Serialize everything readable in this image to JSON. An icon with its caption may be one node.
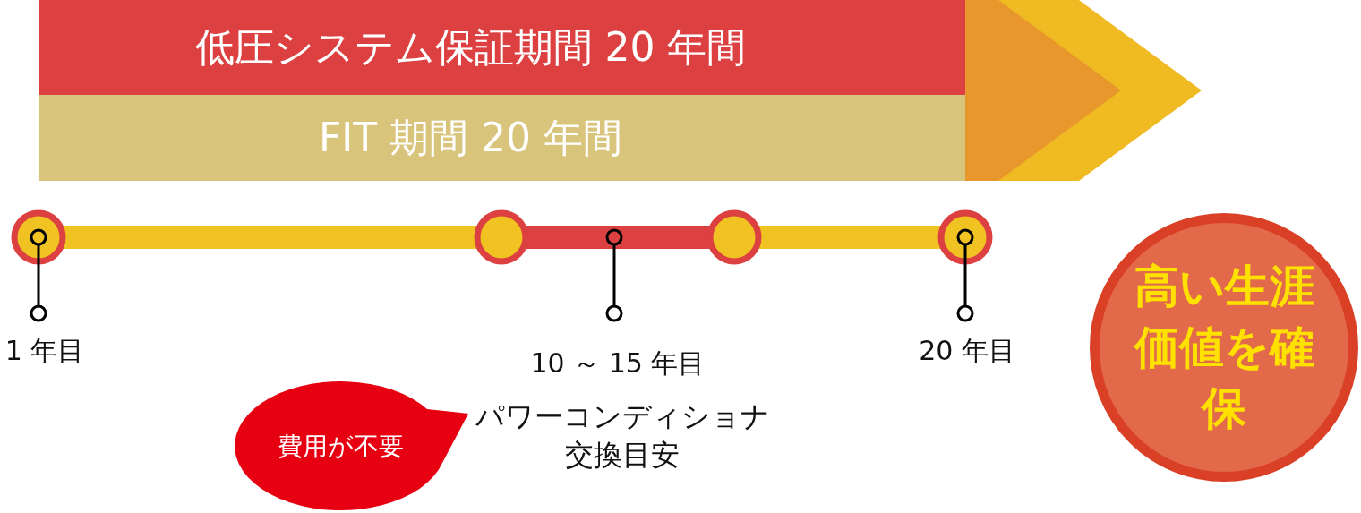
{
  "diagram": {
    "nodes": [
      {
        "text": [
          "低圧システム保証期間 20 年間"
        ]
      },
      {
        "text": [
          "FIT 期間 20 年間"
        ]
      },
      {
        "text": [
          "高い生涯価値を確保"
        ]
      },
      {
        "text": [
          "費用が不要"
        ]
      }
    ],
    "labels": [
      "1 年目",
      "10 ～ 15 年目",
      "20 年目",
      "パワーコンディショナ交換目安"
    ]
  }
}
